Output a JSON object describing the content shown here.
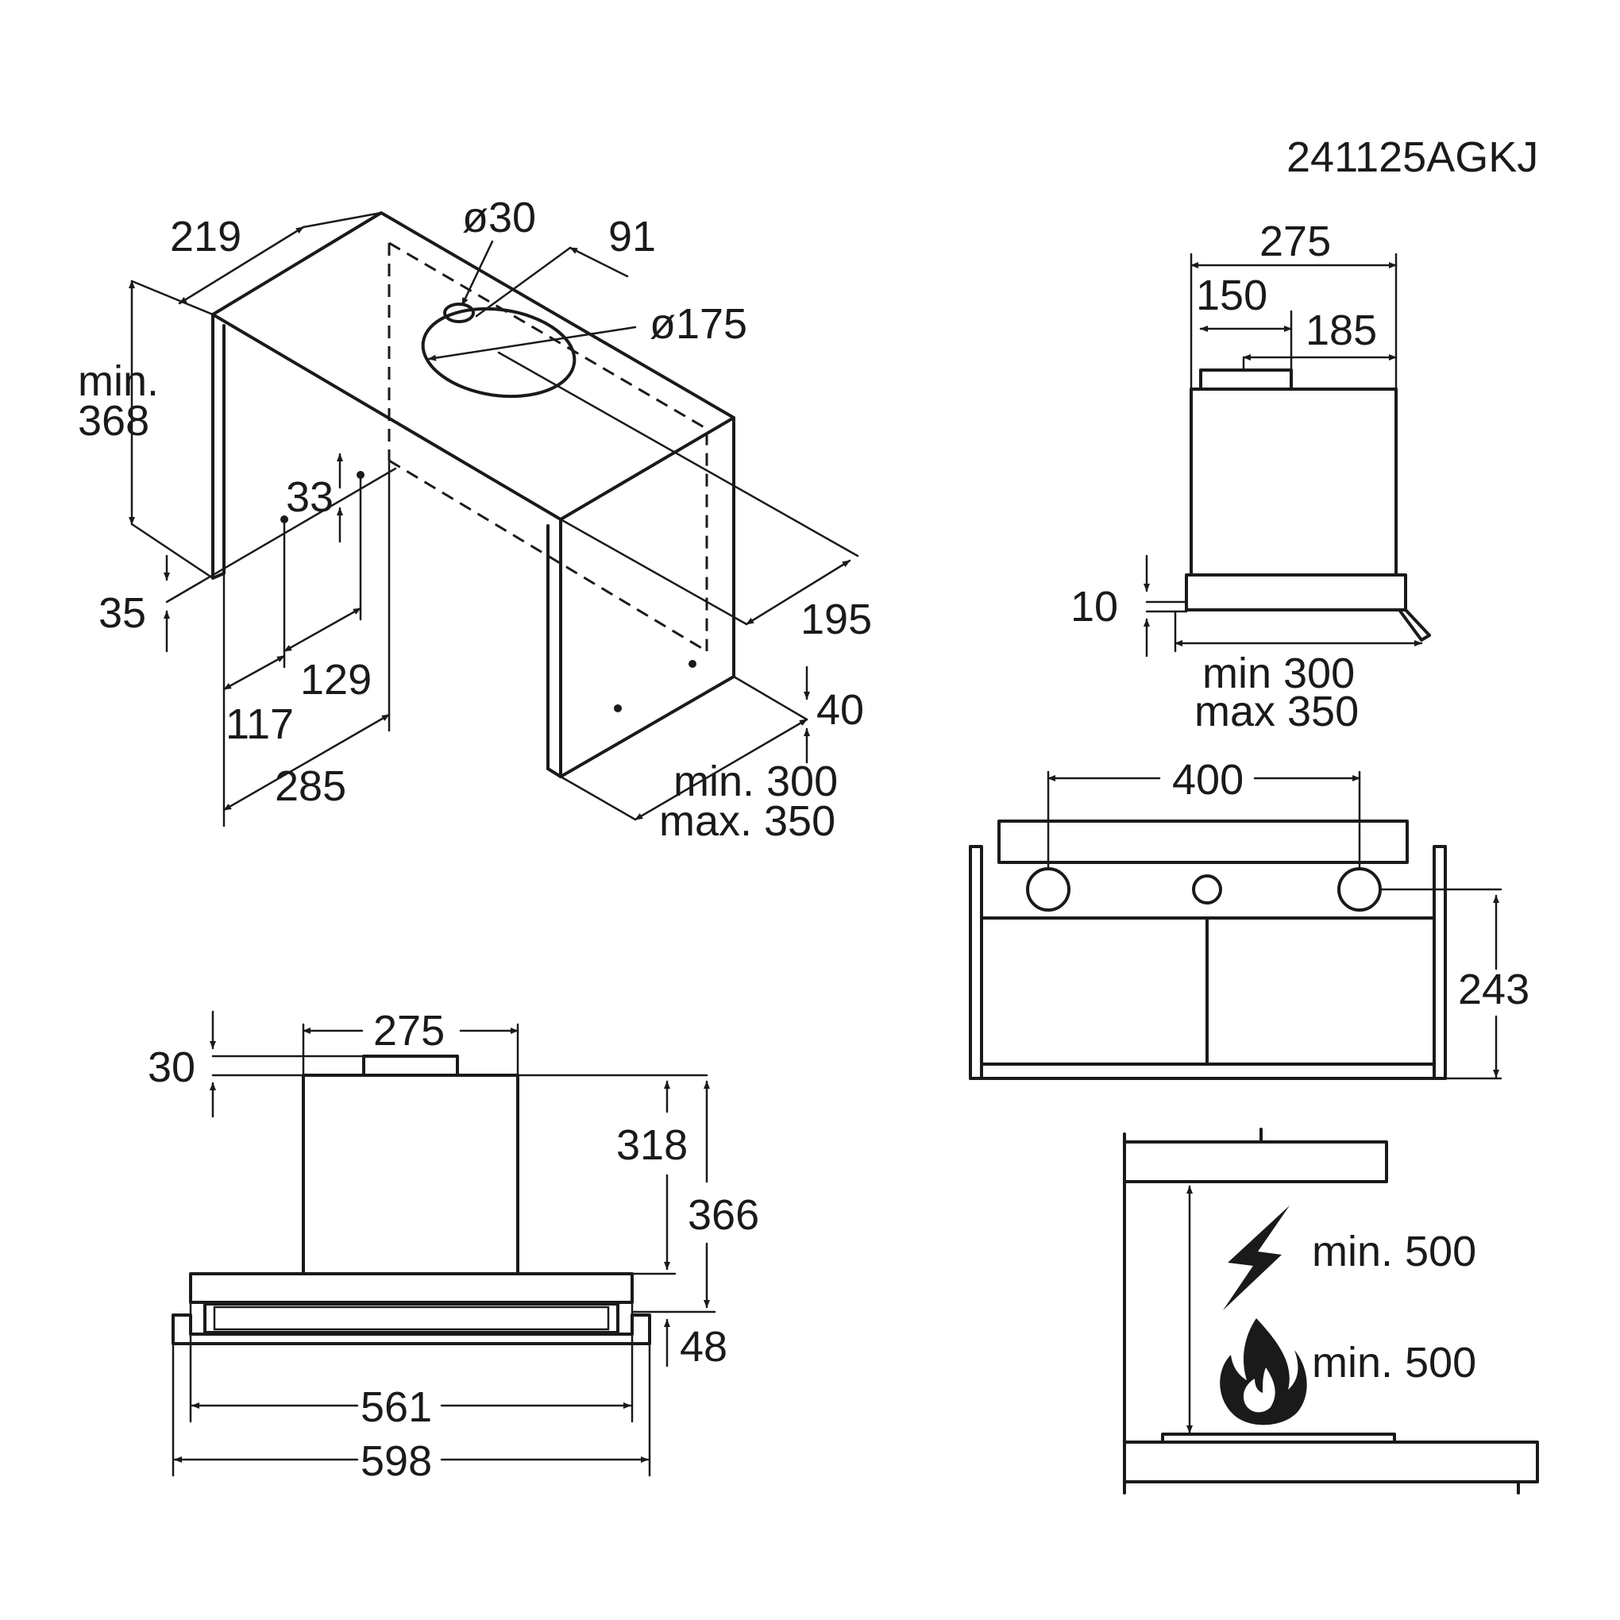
{
  "model_code": "241125AGKJ",
  "colors": {
    "ink": "#1a1a1a",
    "background": "#ffffff"
  },
  "icons": {
    "electric": "lightning-bolt-icon",
    "gas": "flame-icon"
  },
  "iso_view": {
    "width_219": "219",
    "hole_small": "ø30",
    "offset_91": "91",
    "hole_large": "ø175",
    "min_height_line1": "min.",
    "min_height_line2": "368",
    "dim_33": "33",
    "dim_35": "35",
    "dim_129": "129",
    "dim_117": "117",
    "dim_285": "285",
    "dim_195": "195",
    "dim_40": "40",
    "range_line1": "min. 300",
    "range_line2": "max. 350"
  },
  "side_view": {
    "total_275": "275",
    "dim_150": "150",
    "dim_185": "185",
    "dim_10": "10",
    "range_line1": "min 300",
    "range_line2": "max 350"
  },
  "front_view": {
    "chimney_275": "275",
    "dim_30": "30",
    "dim_318": "318",
    "dim_366": "366",
    "dim_48": "48",
    "dim_561": "561",
    "dim_598": "598"
  },
  "bottom_view": {
    "spacing_400": "400",
    "depth_243": "243"
  },
  "clearance": {
    "electric": "min. 500",
    "gas": "min. 500"
  }
}
